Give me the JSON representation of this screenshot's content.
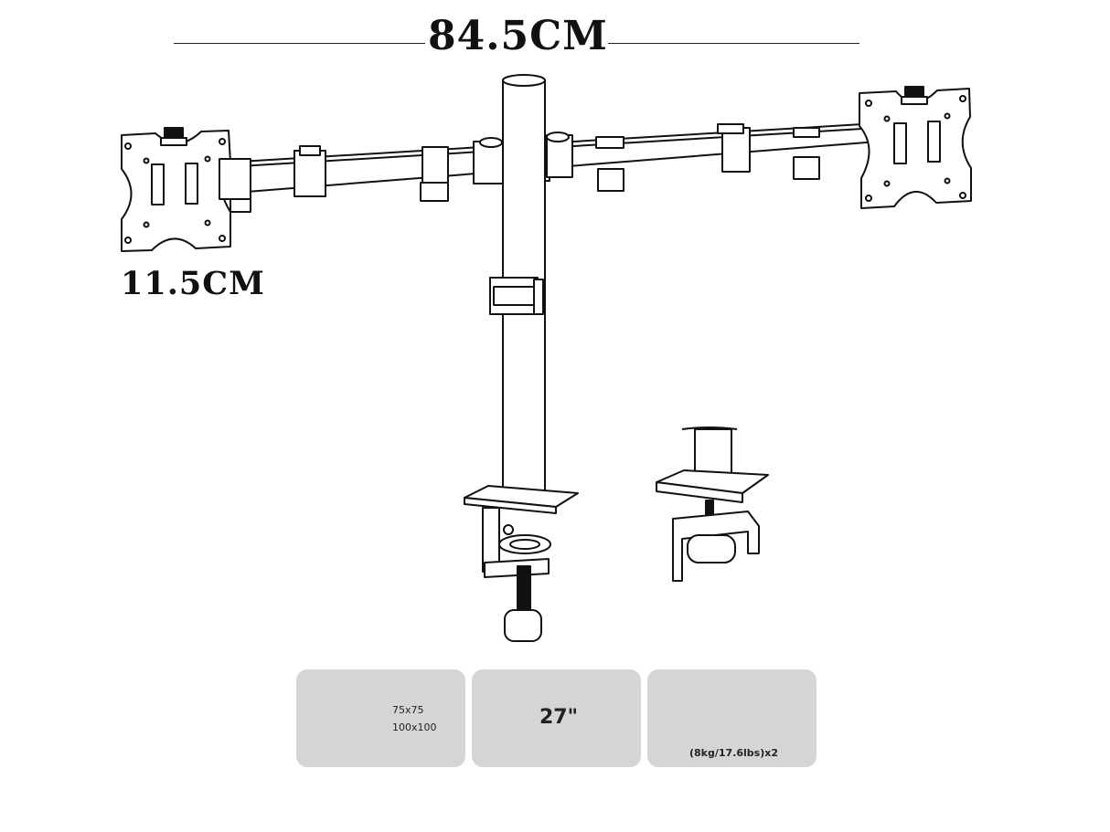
{
  "dimensions": {
    "total_width": "84.5CM",
    "arm_length": "11.5CM"
  },
  "specs": {
    "vesa": {
      "icon": "vesa-pattern-icon",
      "line1": "75x75",
      "line2": "100x100"
    },
    "screen": {
      "icon": "monitor-size-icon",
      "size": "27\""
    },
    "weight": {
      "icon": "weight-icon",
      "capacity": "(8kg/17.6lbs)x2"
    }
  },
  "colors": {
    "line": "#111111",
    "card": "#d5d5d5",
    "icon_fill": "#333333"
  }
}
